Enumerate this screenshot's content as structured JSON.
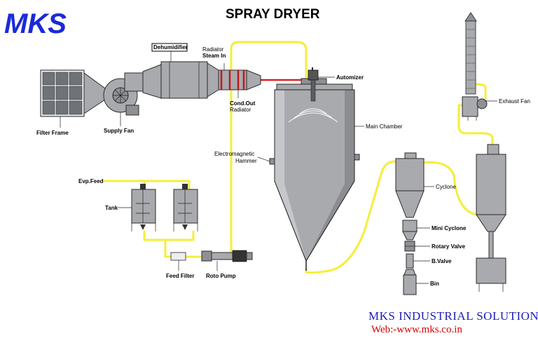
{
  "title": "SPRAY DRYER",
  "logo": "MKS",
  "company": "MKS INDUSTRIAL SOLUTIONS",
  "website": "Web:-www.mks.co.in",
  "labels": {
    "filter_frame": "Filter Frame",
    "supply_fan": "Supply Fan",
    "dehumidifier": "Dehumidifier",
    "radiator_steam_in_1": "Radiator",
    "radiator_steam_in_2": "Steam In",
    "cond_out_radiator_1": "Cond.Out",
    "cond_out_radiator_2": "Radiator",
    "automizer": "Automizer",
    "main_chamber": "Main Chamber",
    "electromagnetic_hammer_1": "Electromagnetic",
    "electromagnetic_hammer_2": "Hammer",
    "evp_feed": "Evp.Feed",
    "tank": "Tank",
    "feed_filter": "Feed Filter",
    "roto_pump": "Roto Pump",
    "cyclone": "Cyclone",
    "mini_cyclone": "Mini Cyclone",
    "rotary_valve": "Rotary Valve",
    "b_valve": "B.Valve",
    "bin": "Bin",
    "exhaust_fan": "Exhaust Fan"
  },
  "colors": {
    "pipe": "#f5ee3a",
    "equipment": "#a9aaae",
    "steam_line": "#e02020",
    "logo": "#1a2ad8",
    "company": "#1c1cb8",
    "website": "#d40000"
  }
}
